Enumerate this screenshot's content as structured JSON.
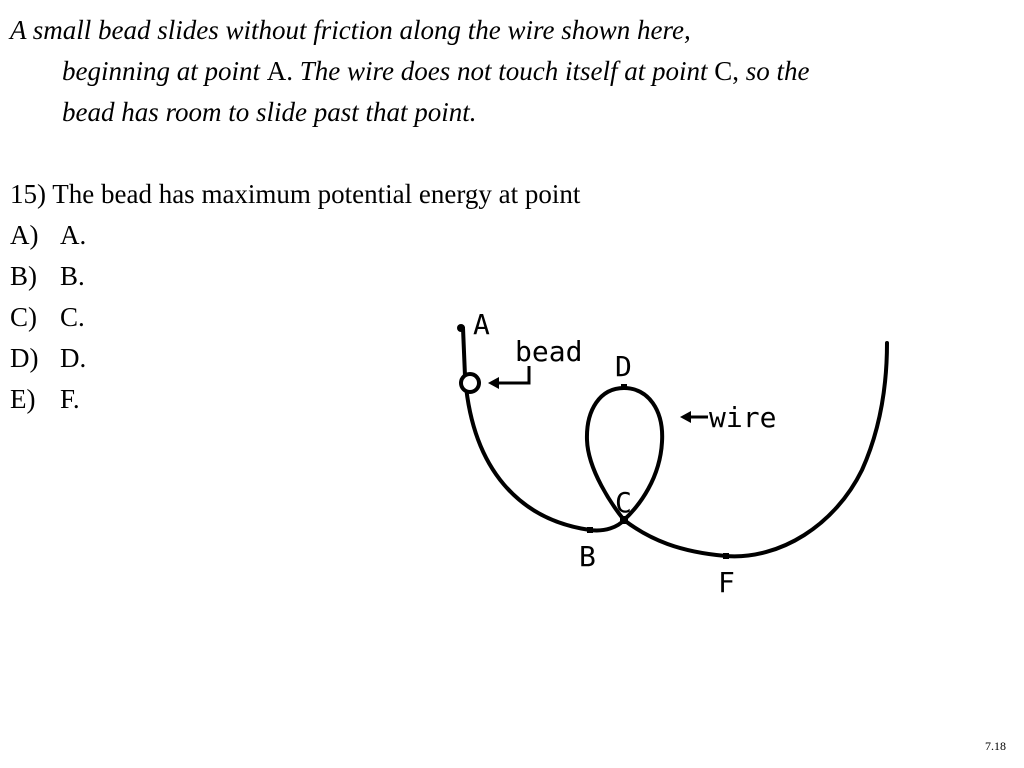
{
  "intro": {
    "line1": "A small bead slides without friction along the wire shown here,",
    "line2_a": "beginning at point ",
    "line2_b": "A.",
    "line2_c": " The wire does not touch itself at point ",
    "line2_d": "C,",
    "line2_e": " so the",
    "line3": "bead has room to slide past that point."
  },
  "question": {
    "text": "15)  The bead has maximum potential energy at point"
  },
  "choices": [
    {
      "letter": "A)",
      "text": "A."
    },
    {
      "letter": "B)",
      "text": "B."
    },
    {
      "letter": "C)",
      "text": "C."
    },
    {
      "letter": "D)",
      "text": "D."
    },
    {
      "letter": "E)",
      "text": "F."
    }
  ],
  "diagram": {
    "point_labels": {
      "A": "A",
      "B": "B",
      "C": "C",
      "D": "D",
      "F": "F"
    },
    "bead_label": "bead",
    "wire_label": "wire",
    "color": "#000000"
  },
  "slide_number": "7.18"
}
